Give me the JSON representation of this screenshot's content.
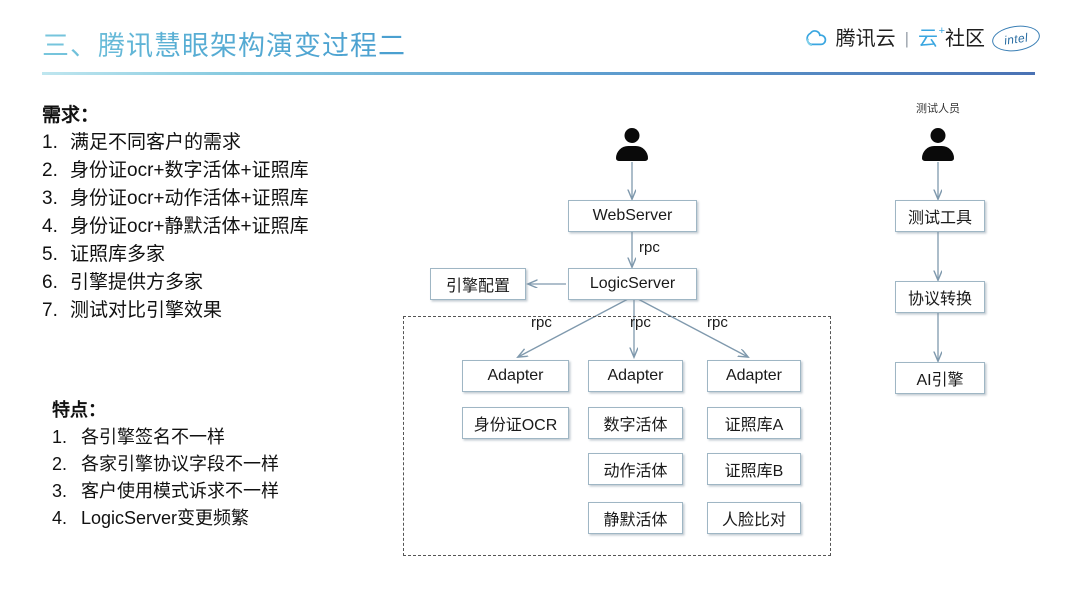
{
  "header": {
    "title": "三、腾讯慧眼架构演变过程二",
    "brand": {
      "name": "腾讯云",
      "separator": "|",
      "community": "云",
      "community_plus": "+",
      "community_suffix": "社区",
      "partner": "intel"
    },
    "accent_color": "#57aed2",
    "rule_color": "#4a72b4"
  },
  "needs": {
    "heading": "需求",
    "colon": "：",
    "items": [
      {
        "num": "1.",
        "text": "满足不同客户的需求"
      },
      {
        "num": "2.",
        "text": "身份证ocr+数字活体+证照库"
      },
      {
        "num": "3.",
        "text": "身份证ocr+动作活体+证照库"
      },
      {
        "num": "4.",
        "text": "身份证ocr+静默活体+证照库"
      },
      {
        "num": "5.",
        "text": "证照库多家"
      },
      {
        "num": "6.",
        "text": "引擎提供方多家"
      },
      {
        "num": "7.",
        "text": "测试对比引擎效果"
      }
    ]
  },
  "features": {
    "heading": "特点",
    "colon": "：",
    "items": [
      {
        "num": "1.",
        "text": "各引擎签名不一样"
      },
      {
        "num": "2.",
        "text": "各家引擎协议字段不一样"
      },
      {
        "num": "3.",
        "text": "客户使用模式诉求不一样"
      },
      {
        "num": "4.",
        "text": "LogicServer变更频繁"
      }
    ]
  },
  "diagram": {
    "user_icon": "person-icon",
    "tester_icon": "person-icon",
    "tester_caption": "测试人员",
    "nodes": {
      "webserver": "WebServer",
      "logicserver": "LogicServer",
      "engine_config": "引擎配置",
      "adapter_1": "Adapter",
      "adapter_2": "Adapter",
      "adapter_3": "Adapter",
      "idcard_ocr": "身份证OCR",
      "digit_liveness": "数字活体",
      "action_liveness": "动作活体",
      "silent_liveness": "静默活体",
      "photo_lib_a": "证照库A",
      "photo_lib_b": "证照库B",
      "face_compare": "人脸比对",
      "test_tool": "测试工具",
      "protocol_convert": "协议转换",
      "ai_engine": "AI引擎"
    },
    "edge_labels": {
      "rpc_top": "rpc",
      "rpc_left": "rpc",
      "rpc_mid": "rpc",
      "rpc_right": "rpc"
    },
    "box_border_color": "#9fb6c4",
    "arrow_color": "#7f99ad",
    "group_border_color": "#555555"
  }
}
